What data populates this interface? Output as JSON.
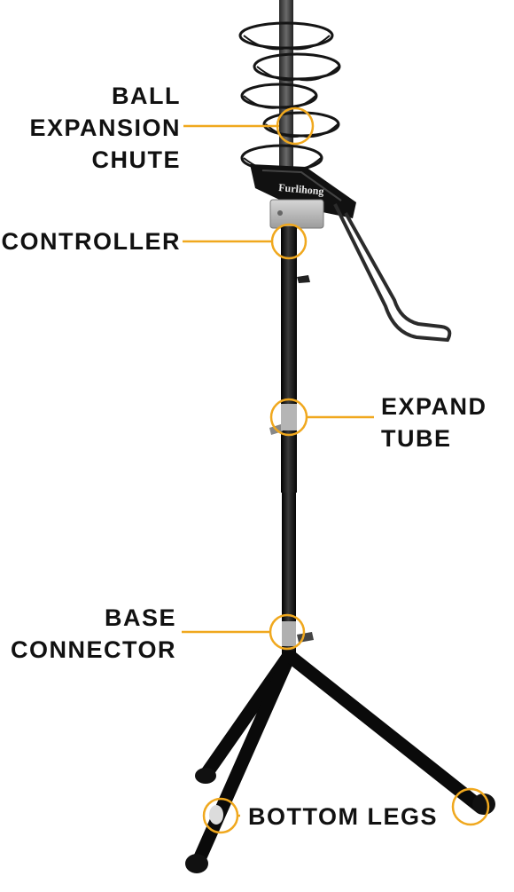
{
  "callouts": {
    "ball_expansion_chute": [
      "BALL",
      "EXPANSION",
      "CHUTE"
    ],
    "controller": [
      "CONTROLLER"
    ],
    "expand_tube": [
      "EXPAND",
      "TUBE"
    ],
    "base_connector": [
      "BASE",
      "CONNECTOR"
    ],
    "bottom_legs": [
      "BOTTOM LEGS"
    ]
  },
  "product_brand": "Furlihong",
  "colors": {
    "accent": "#f0a81e",
    "text": "#111111",
    "frame": "#141414",
    "metal": "#8a8a8a",
    "controller_body": "#bdbdbd"
  }
}
